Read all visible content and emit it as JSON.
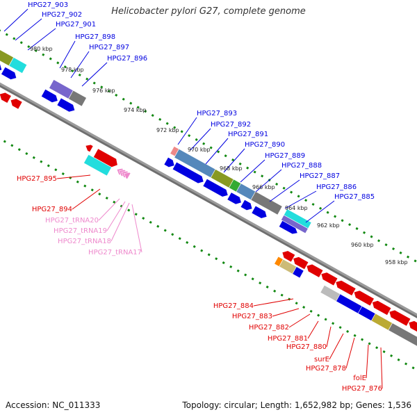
{
  "title": "Helicobacter pylori G27, complete genome",
  "footer": {
    "accession": "Accession: NC_011333",
    "stats": "Topology: circular; Length: 1,652,982 bp; Genes: 1,536"
  },
  "colors": {
    "plus_gene": "#0000e0",
    "minus_gene": "#e00000",
    "trna": "#ee88cc",
    "cds_cyan": "#22dddd",
    "cds_steel": "#5588bb",
    "cds_olive": "#889922",
    "cds_gray": "#777777",
    "cds_green": "#33aa33",
    "cds_violet": "#7766cc",
    "tick_green": "#118811",
    "backbone": "#888888"
  },
  "ticks": [
    "980 kbp",
    "978 kbp",
    "976 kbp",
    "974 kbp",
    "972 kbp",
    "970 kbp",
    "968 kbp",
    "966 kbp",
    "964 kbp",
    "962 kbp",
    "960 kbp",
    "958 kbp"
  ],
  "labels_plus": [
    "HPG27_903",
    "HPG27_902",
    "HPG27_901",
    "HPG27_898",
    "HPG27_897",
    "HPG27_896",
    "HPG27_893",
    "HPG27_892",
    "HPG27_891",
    "HPG27_890",
    "HPG27_889",
    "HPG27_888",
    "HPG27_887",
    "HPG27_886",
    "HPG27_885"
  ],
  "labels_minus": [
    "HPG27_895",
    "HPG27_894",
    "HPG27_884",
    "HPG27_883",
    "HPG27_882",
    "HPG27_881",
    "HPG27_880",
    "surE",
    "HPG27_878",
    "folE",
    "HPG27_876"
  ],
  "labels_trna": [
    "HPG27_tRNA20",
    "HPG27_tRNA19",
    "HPG27_tRNA18",
    "HPG27_tRNA17"
  ]
}
